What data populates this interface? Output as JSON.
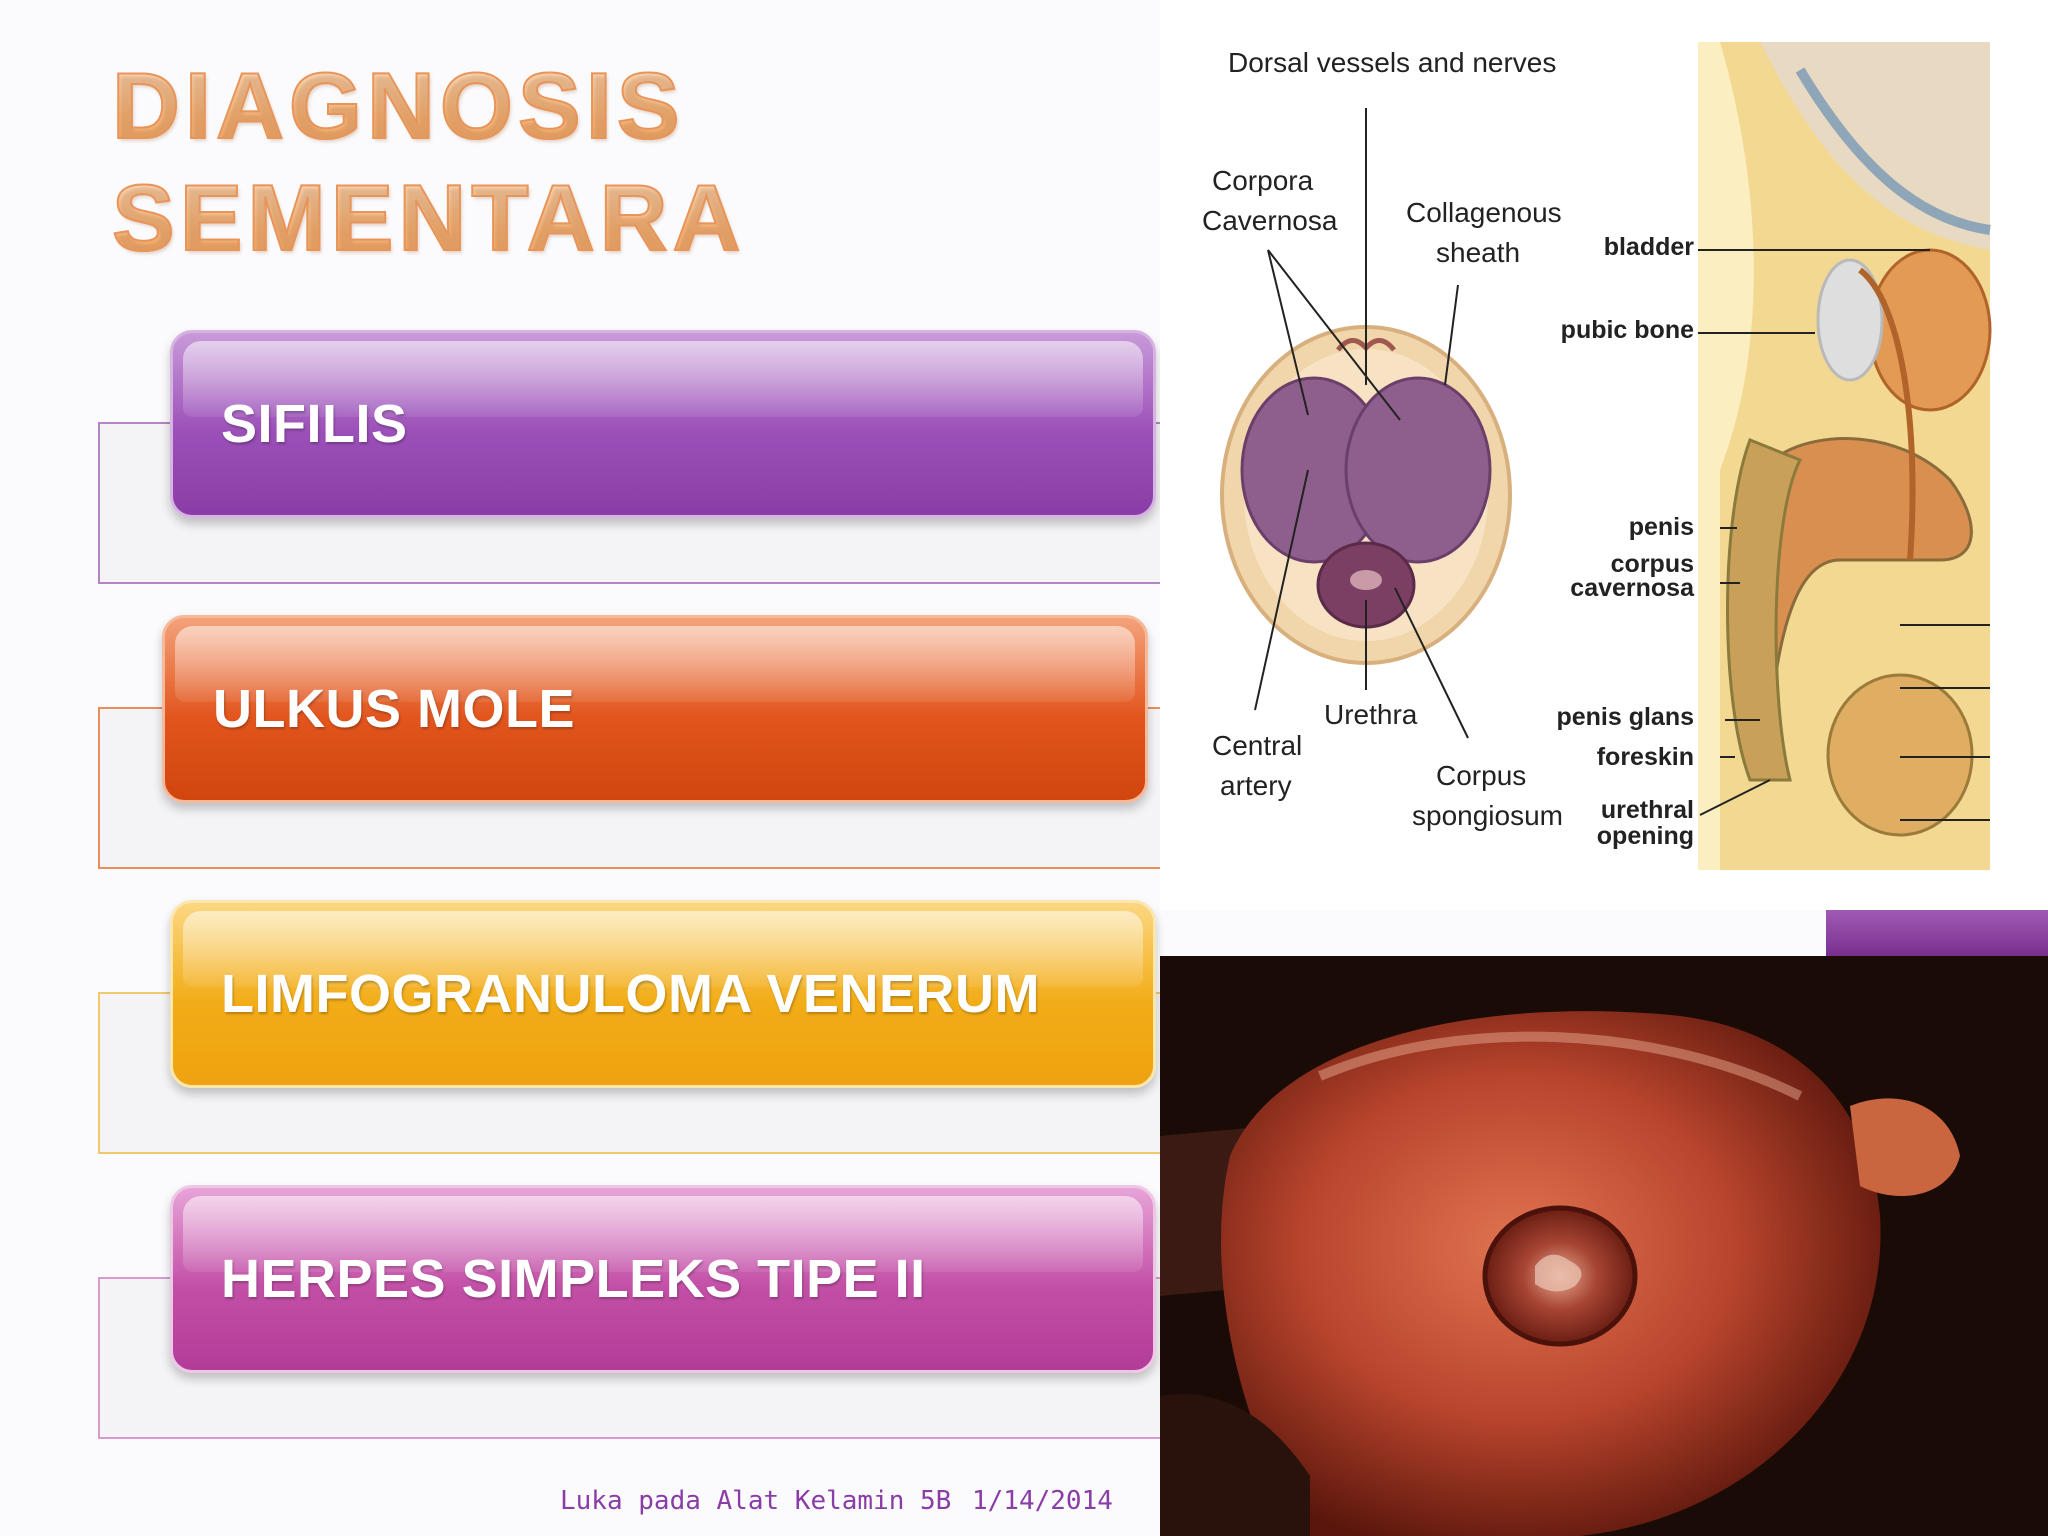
{
  "slide": {
    "title_line1": "DIAGNOSIS",
    "title_line2": "SEMENTARA"
  },
  "diagnoses": [
    {
      "label": "SIFILIS",
      "color": "#9b4fb8"
    },
    {
      "label": "ULKUS MOLE",
      "color": "#e2551d"
    },
    {
      "label": "LIMFOGRANULOMA VENERUM",
      "color": "#f2ac17"
    },
    {
      "label": "HERPES SIMPLEKS TIPE II",
      "color": "#c24fa6"
    }
  ],
  "footer": {
    "title": "Luka pada Alat Kelamin 5B",
    "date": "1/14/2014"
  },
  "cross_section_labels": {
    "dorsal": "Dorsal vessels and nerves",
    "corpora_1": "Corpora",
    "corpora_2": "Cavernosa",
    "collagen_1": "Collagenous",
    "collagen_2": "sheath",
    "central_1": "Central",
    "central_2": "artery",
    "urethra": "Urethra",
    "spongiosum_1": "Corpus",
    "spongiosum_2": "spongiosum"
  },
  "sagittal_labels": {
    "bladder": "bladder",
    "pubic_bone": "pubic bone",
    "penis": "penis",
    "corpus_1": "corpus",
    "corpus_2": "cavernosa",
    "glans": "penis glans",
    "foreskin": "foreskin",
    "urethral_1": "urethral",
    "urethral_2": "opening"
  }
}
